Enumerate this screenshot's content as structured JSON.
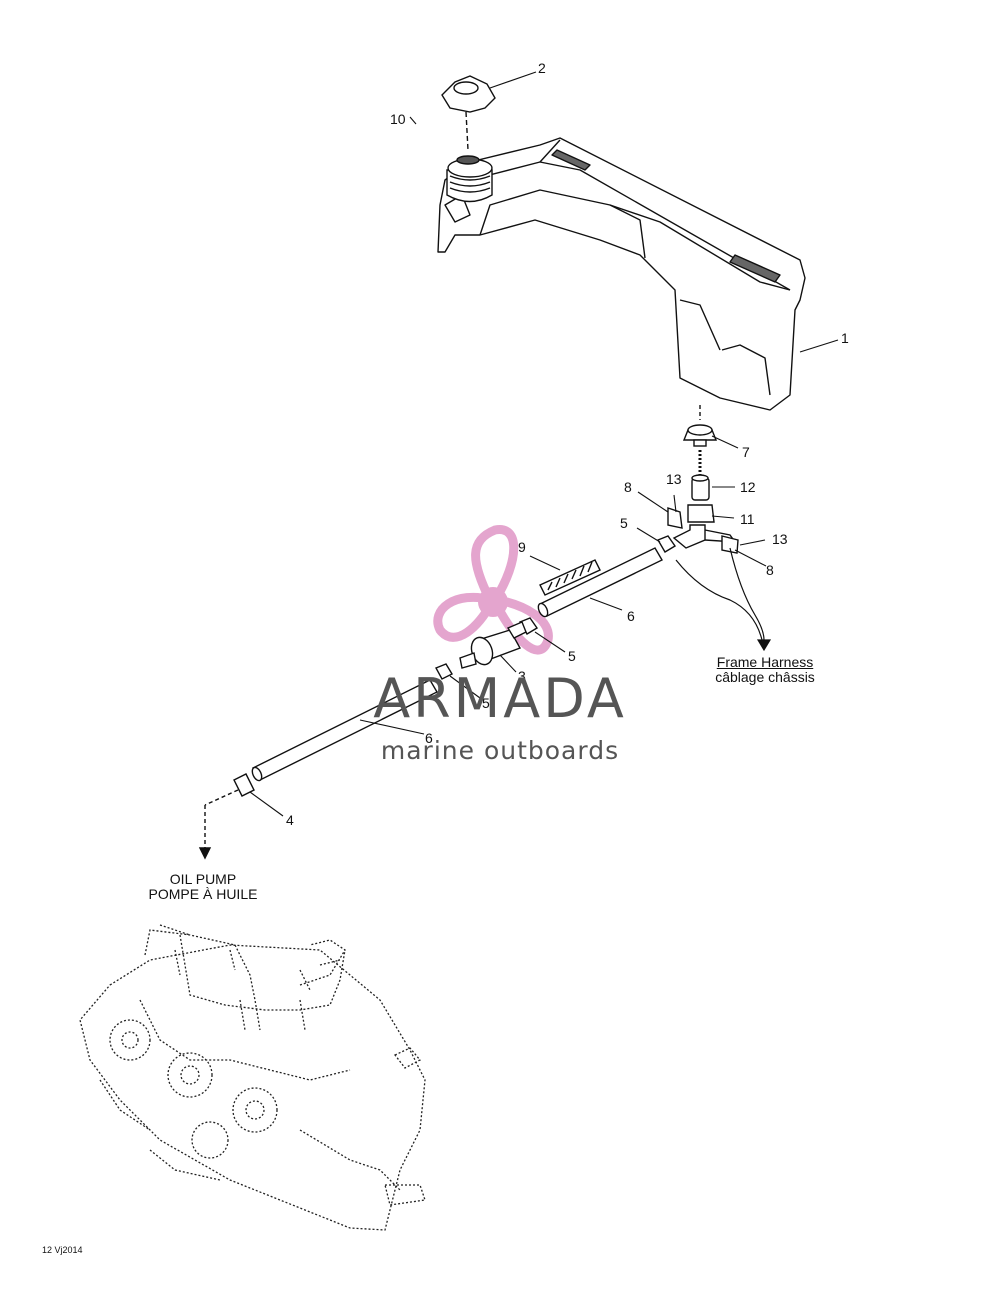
{
  "callouts": {
    "c1": "1",
    "c2": "2",
    "c3": "3",
    "c4": "4",
    "c5a": "5",
    "c5b": "5",
    "c5c": "5",
    "c6a": "6",
    "c6b": "6",
    "c7": "7",
    "c8a": "8",
    "c8b": "8",
    "c9": "9",
    "c10": "10",
    "c11": "11",
    "c12": "12",
    "c13a": "13",
    "c13b": "13"
  },
  "labels": {
    "frame_harness_en": "Frame Harness",
    "frame_harness_fr": "câblage châssis",
    "oil_pump_en": "OIL PUMP",
    "oil_pump_fr": "POMPE À HUILE"
  },
  "watermark": {
    "title": "ARMADA",
    "subtitle": "marine outboards",
    "title_color": "#555555",
    "logo_color": "#e29cc9"
  },
  "figure_code": "12 Vj2014"
}
